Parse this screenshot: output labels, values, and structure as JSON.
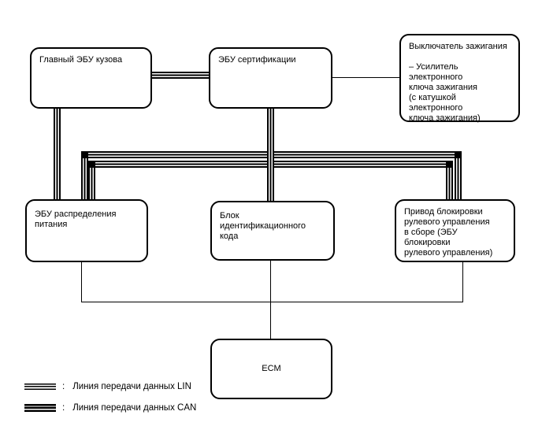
{
  "diagram": {
    "boxes": {
      "main_body_ecu": {
        "label": "Главный ЭБУ кузова"
      },
      "certification_ecu": {
        "label": "ЭБУ сертификации"
      },
      "ignition_switch": {
        "label": "Выключатель зажигания\n\n– Усилитель электронного\nключа зажигания\n(с катушкой электронного\nключа зажигания)"
      },
      "power_distribution_ecu": {
        "label": "ЭБУ распределения\nпитания"
      },
      "id_code_box": {
        "label": "Блок идентификационного\nкода"
      },
      "steering_lock_actuator": {
        "label": "Привод блокировки\nрулевого управления\nв сборе (ЭБУ блокировки\nрулевого управления)"
      },
      "ecm": {
        "label": "ECM"
      }
    },
    "legend": {
      "lin": {
        "separator": ":",
        "label": "Линия передачи данных LIN"
      },
      "can": {
        "separator": ":",
        "label": "Линия передачи данных CAN"
      }
    },
    "colors": {
      "line": "#000000",
      "background": "#ffffff"
    }
  }
}
